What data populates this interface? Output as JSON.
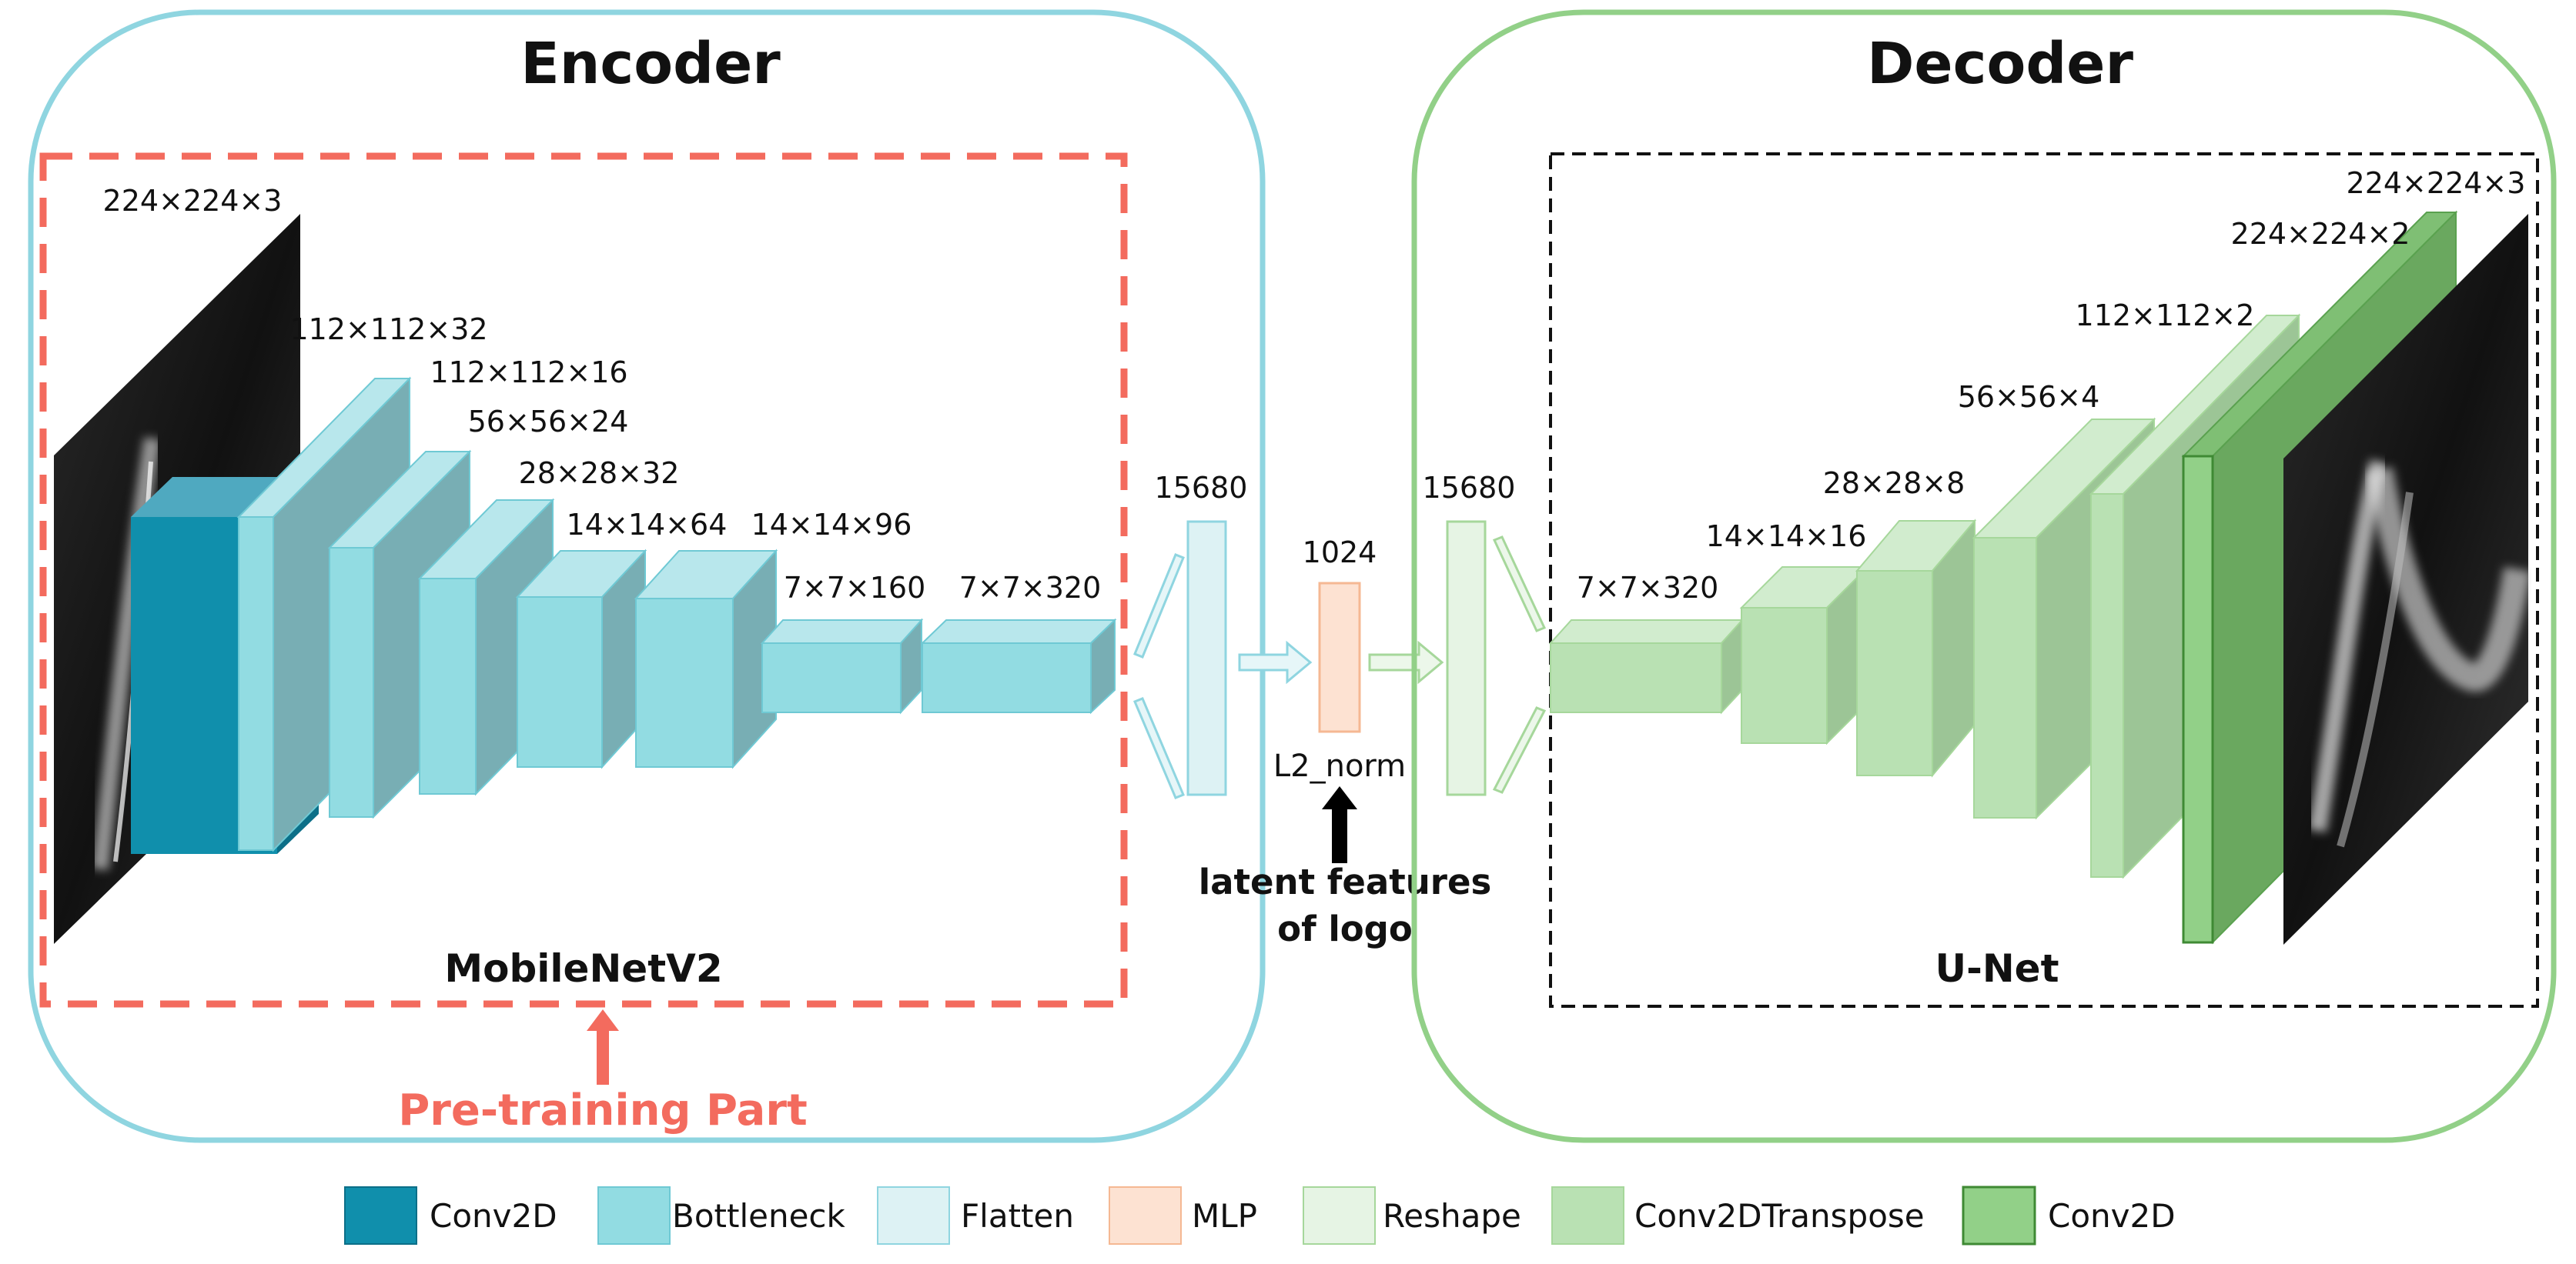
{
  "encoder": {
    "title": "Encoder",
    "backbone_label": "MobileNetV2",
    "pretraining_label": "Pre-training Part",
    "input_dim": "224×224×3",
    "layer_dims": [
      "112×112×32",
      "112×112×16",
      "56×56×24",
      "28×28×32",
      "14×14×64",
      "14×14×96",
      "7×7×160",
      "7×7×320"
    ],
    "flatten_dim": "15680"
  },
  "latent": {
    "mlp_dim": "1024",
    "norm_label": "L2_norm",
    "caption_line1": "latent features",
    "caption_line2": "of logo"
  },
  "decoder": {
    "title": "Decoder",
    "backbone_label": "U-Net",
    "reshape_dim": "15680",
    "layer_dims": [
      "7×7×320",
      "14×14×16",
      "28×28×8",
      "56×56×4",
      "112×112×2",
      "224×224×2"
    ],
    "output_dim": "224×224×3"
  },
  "legend": [
    {
      "label": "Conv2D",
      "color": "#108fac"
    },
    {
      "label": "Bottleneck",
      "color": "#92dce2"
    },
    {
      "label": "Flatten",
      "color": "#ddf2f4"
    },
    {
      "label": "MLP",
      "color": "#fde2d2"
    },
    {
      "label": "Reshape",
      "color": "#e6f4e4"
    },
    {
      "label": "Conv2DTranspose",
      "color": "#b9e1b3"
    },
    {
      "label": "Conv2D",
      "color": "#92d088"
    }
  ]
}
